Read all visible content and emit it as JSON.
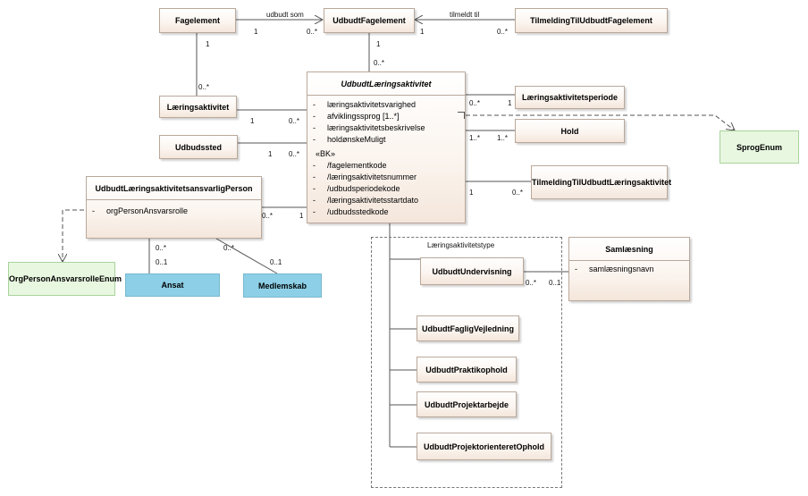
{
  "classes": {
    "fagelement": "Fagelement",
    "udbudt_fagelement": "UdbudtFagelement",
    "tilmelding_fagelement": "TilmeldingTilUdbudtFagelement",
    "laeringsaktivitet": "Læringsaktivitet",
    "udbudssted": "Udbudssted",
    "laeringsaktivitetsperiode": "Læringsaktivitetsperiode",
    "hold": "Hold",
    "sprog_enum": "SprogEnum",
    "tilmelding_laeringsaktivitet": "TilmeldingTilUdbudtLæringsaktivitet",
    "ansvarlig_person": "UdbudtLæringsaktivitetsansvarligPerson",
    "org_enum": "OrgPersonAnsvarsrolleEnum",
    "ansat": "Ansat",
    "medlemskab": "Medlemskab",
    "samlaesning": "Samlæsning",
    "udbudt_undervisning": "UdbudtUndervisning",
    "faglig_vejledning": "UdbudtFagligVejledning",
    "praktikophold": "UdbudtPraktikophold",
    "projektarbejde": "UdbudtProjektarbejde",
    "projektorienteret": "UdbudtProjektorienteretOphold"
  },
  "main_class": {
    "name": "UdbudtLæringsaktivitet",
    "attributes": [
      {
        "vis": "-",
        "text": "læringsaktivitetsvarighed"
      },
      {
        "vis": "-",
        "text": "afviklingssprog [1..*]"
      },
      {
        "vis": "-",
        "text": "læringsaktivitetsbeskrivelse"
      },
      {
        "vis": "-",
        "text": "holdønskeMuligt"
      }
    ],
    "stereotype": "«BK»",
    "bk_attributes": [
      {
        "vis": "-",
        "text": "/fagelementkode"
      },
      {
        "vis": "-",
        "text": "/læringsaktivitetsnummer"
      },
      {
        "vis": "-",
        "text": "/udbudsperiodekode"
      },
      {
        "vis": "-",
        "text": "/læringsaktivitetsstartdato"
      },
      {
        "vis": "-",
        "text": "/udbudsstedkode"
      }
    ]
  },
  "person_attribute": {
    "vis": "-",
    "text": "orgPersonAnsvarsrolle"
  },
  "samlaesning_attribute": {
    "vis": "-",
    "text": "samlæsningsnavn"
  },
  "package_label": "Læringsaktivitetstype",
  "assoc_labels": {
    "udbudt_som": "udbudt som",
    "tilmeldt_til": "tilmeldt til"
  },
  "multiplicities": {
    "fag_src": "1",
    "fag_dst": "0..*",
    "tilm_src": "1",
    "tilm_dst": "0..*",
    "fag_down": "1",
    "fag_lae": "0..*",
    "udb_down": "1",
    "udb_main": "0..*",
    "lae_src": "1",
    "lae_dst": "0..*",
    "uds_src": "1",
    "uds_dst": "0..*",
    "per_main": "0..*",
    "per_src": "1",
    "hold_main": "1..*",
    "hold_dst": "1..*",
    "tilmla_main": "1",
    "tilmla_dst": "0..*",
    "pers_main_a": "0..*",
    "pers_main_b": "1",
    "ansat_a": "0..*",
    "ansat_b": "0..1",
    "medl_a": "0..*",
    "medl_b": "0..1",
    "saml_a": "0..*",
    "saml_b": "0..1"
  },
  "colors": {
    "class_border": "#b9a89a",
    "enum_fill": "#e8f7e0",
    "external_fill": "#8ccfe6",
    "line": "#555555"
  }
}
